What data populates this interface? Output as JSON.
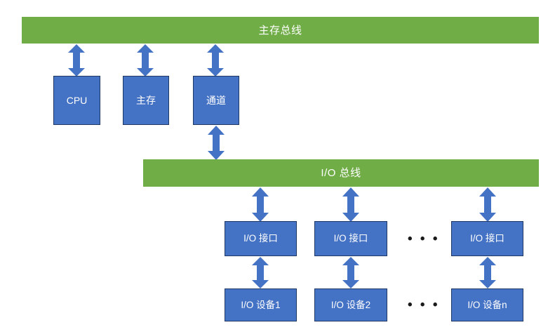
{
  "diagram": {
    "type": "block-diagram",
    "title_text": "主存总线",
    "colors": {
      "bus_fill": "#70AD47",
      "box_fill": "#4472C4",
      "box_border": "#1F3864",
      "arrow_fill": "#4472C4",
      "text_on_fill": "#FFFFFF",
      "background": "#FFFFFF",
      "ellipsis": "#1A1A1A"
    },
    "buses": [
      {
        "id": "main-bus",
        "label": "主存总线"
      },
      {
        "id": "io-bus",
        "label": "I/O 总线"
      }
    ],
    "top_units": [
      {
        "id": "cpu",
        "label": "CPU"
      },
      {
        "id": "main-memory",
        "label": "主存"
      },
      {
        "id": "channel",
        "label": "通道"
      }
    ],
    "io_interfaces": [
      {
        "id": "io-interface-1",
        "label": "I/O 接口"
      },
      {
        "id": "io-interface-2",
        "label": "I/O 接口"
      },
      {
        "id": "io-interface-n",
        "label": "I/O 接口"
      }
    ],
    "io_devices": [
      {
        "id": "io-device-1",
        "label": "I/O 设备1"
      },
      {
        "id": "io-device-2",
        "label": "I/O 设备2"
      },
      {
        "id": "io-device-n",
        "label": "I/O 设备n"
      }
    ],
    "ellipses": [
      {
        "id": "interfaces-ellipsis",
        "label": "• • •"
      },
      {
        "id": "devices-ellipsis",
        "label": "• • •"
      }
    ],
    "connectors": [
      {
        "id": "conn-mainbus-cpu",
        "kind": "double-arrow",
        "from": "main-bus",
        "to": "cpu"
      },
      {
        "id": "conn-mainbus-memory",
        "kind": "double-arrow",
        "from": "main-bus",
        "to": "main-memory"
      },
      {
        "id": "conn-mainbus-channel",
        "kind": "double-arrow",
        "from": "main-bus",
        "to": "channel"
      },
      {
        "id": "conn-channel-iobus",
        "kind": "double-arrow",
        "from": "channel",
        "to": "io-bus"
      },
      {
        "id": "conn-iobus-interface-1",
        "kind": "double-arrow",
        "from": "io-bus",
        "to": "io-interface-1"
      },
      {
        "id": "conn-iobus-interface-2",
        "kind": "double-arrow",
        "from": "io-bus",
        "to": "io-interface-2"
      },
      {
        "id": "conn-iobus-interface-n",
        "kind": "double-arrow",
        "from": "io-bus",
        "to": "io-interface-n"
      },
      {
        "id": "conn-interface-device-1",
        "kind": "double-arrow",
        "from": "io-interface-1",
        "to": "io-device-1"
      },
      {
        "id": "conn-interface-device-2",
        "kind": "double-arrow",
        "from": "io-interface-2",
        "to": "io-device-2"
      },
      {
        "id": "conn-interface-device-n",
        "kind": "double-arrow",
        "from": "io-interface-n",
        "to": "io-device-n"
      }
    ]
  }
}
